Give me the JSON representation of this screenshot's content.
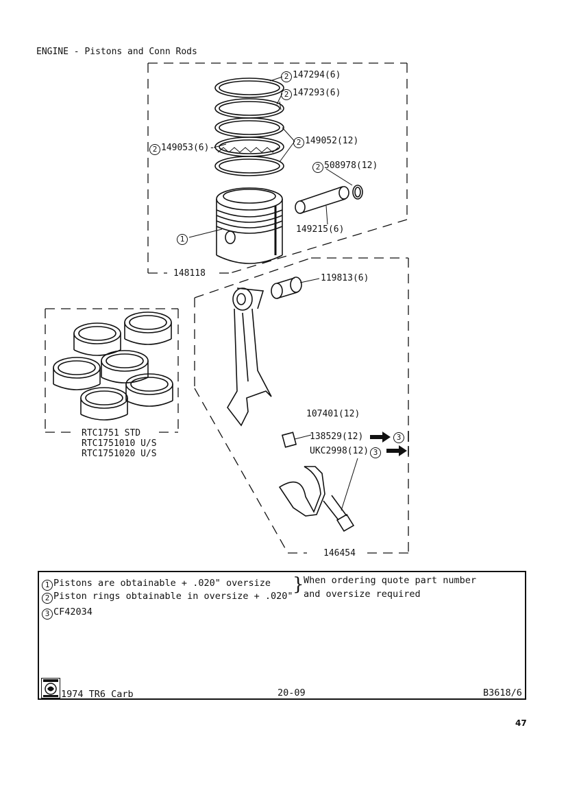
{
  "title": "ENGINE - Pistons and Conn Rods",
  "callouts": {
    "ring_top": {
      "ref": "2",
      "part": "147294(6)"
    },
    "ring_second": {
      "ref": "2",
      "part": "147293(6)"
    },
    "ring_oil_left": {
      "ref": "2",
      "part": "149053(6)-"
    },
    "ring_oil_right": {
      "ref": "2",
      "part": "149052(12)"
    },
    "circlip": {
      "ref": "2",
      "part": "508978(12)"
    },
    "piston_ref": "1",
    "gudgeon_pin": "149215(6)",
    "piston_assembly": "148118",
    "small_end_bush": "119813(6)",
    "bearings": [
      "RTC1751 STD",
      "RTC1751010 U/S",
      "RTC1751020 U/S"
    ],
    "dowel": "107401(12)",
    "nut": "138529(12)",
    "bolt": "UKC2998(12)",
    "nut_ref": "3",
    "bolt_ref": "3",
    "conn_rod_assembly": "146454"
  },
  "notes": {
    "line1": {
      "ref": "1",
      "text": "Pistons are obtainable + .020\" oversize"
    },
    "line2": {
      "ref": "2",
      "text": "Piston rings obtainable in oversize + .020\""
    },
    "line3": {
      "ref": "3",
      "text": "CF42034"
    },
    "bracket_text_1": "When ordering quote part number",
    "bracket_text_2": "and oversize required",
    "model": "1974 TR6 Carb",
    "section": "20-09",
    "drawing_ref": "B3618/6"
  },
  "page_number": "47",
  "icons": [
    "british-leyland-logo"
  ]
}
